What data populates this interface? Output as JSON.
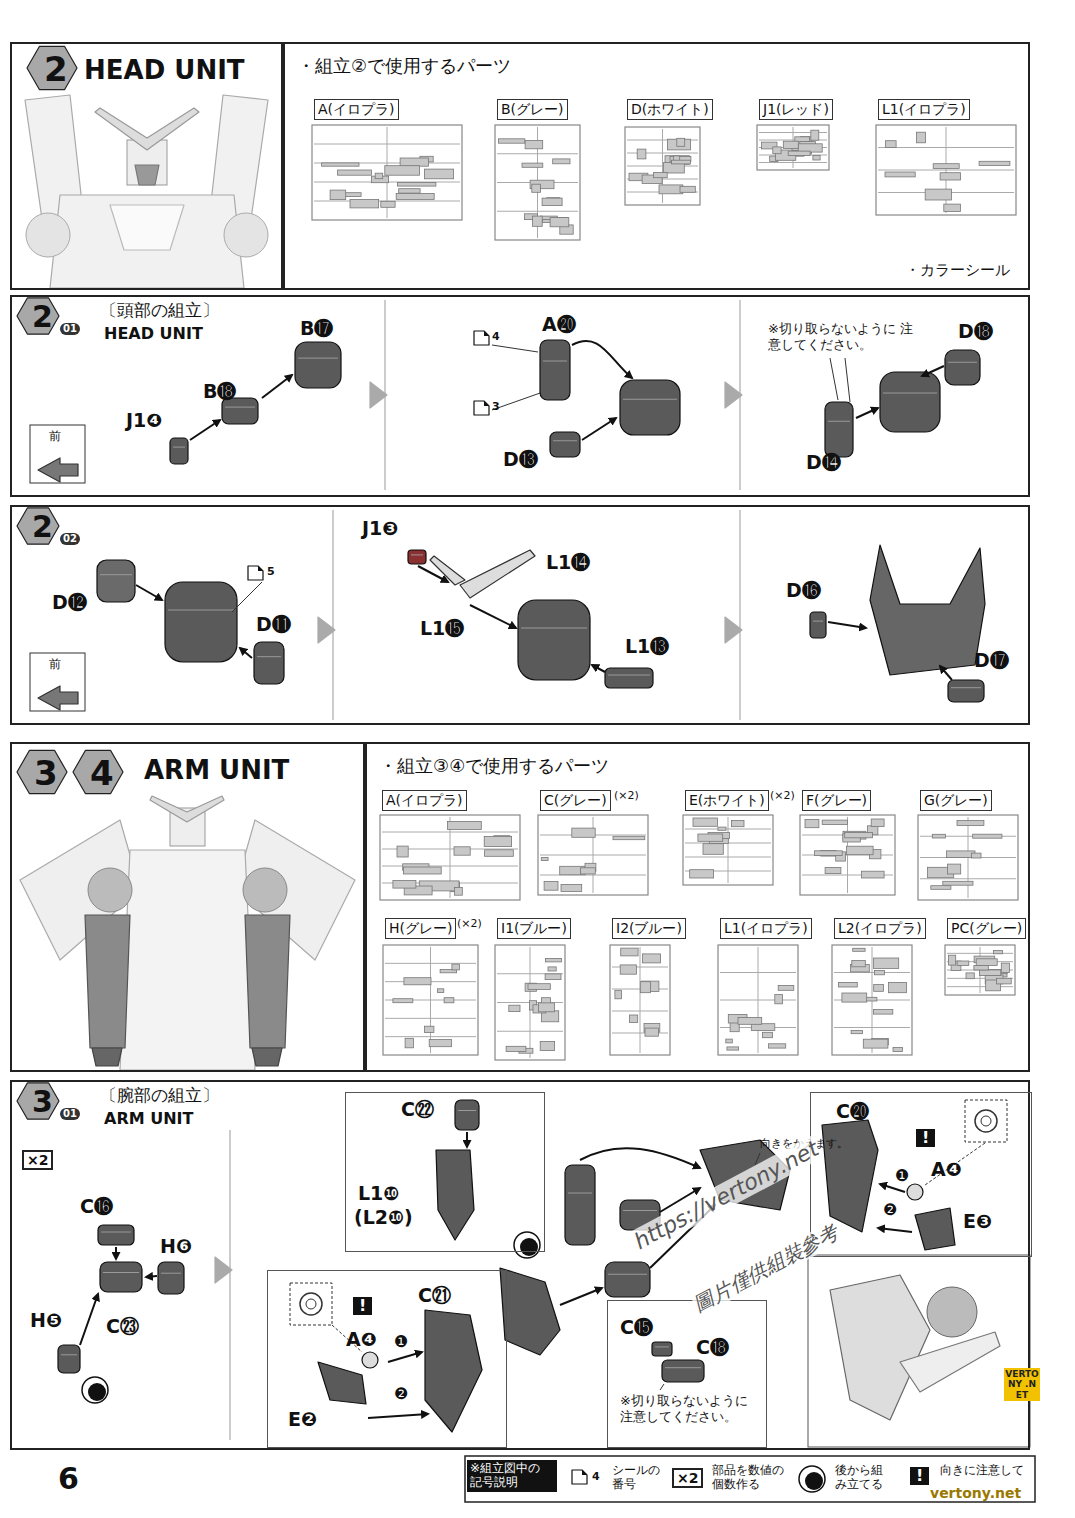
{
  "diagram": {
    "nodes": [
      {
        "text": [
          "2",
          "HEAD UNIT"
        ]
      },
      {
        "text": [
          "・組立②で使用するパーツ"
        ]
      },
      {
        "text": [
          "A(イロプラ)"
        ],
        "in": 1
      },
      {
        "text": [
          "B(グレー)"
        ],
        "in": 1
      },
      {
        "text": [
          "D(ホワイト)"
        ],
        "in": 1
      },
      {
        "text": [
          "J1(レッド)"
        ],
        "in": 1
      },
      {
        "text": [
          "L1(イロプラ)"
        ],
        "in": 1
      },
      {
        "text": [
          "2",
          "01",
          "〔頭部の組立〕",
          "HEAD UNIT"
        ]
      },
      {
        "text": [
          "2",
          "02"
        ]
      },
      {
        "text": [
          "3",
          "4",
          "ARM UNIT"
        ]
      },
      {
        "text": [
          "・組立③④で使用するパーツ"
        ]
      },
      {
        "text": [
          "A(イロプラ)"
        ],
        "in": 10
      },
      {
        "text": [
          "C(グレー)"
        ],
        "in": 10
      },
      {
        "text": [
          "E(ホワイト)"
        ],
        "in": 10
      },
      {
        "text": [
          "F(グレー)"
        ],
        "in": 10
      },
      {
        "text": [
          "G(グレー)"
        ],
        "in": 10
      },
      {
        "text": [
          "H(グレー)"
        ],
        "in": 10
      },
      {
        "text": [
          "I1(ブルー)"
        ],
        "in": 10
      },
      {
        "text": [
          "I2(ブルー)"
        ],
        "in": 10
      },
      {
        "text": [
          "L1(イロプラ)"
        ],
        "in": 10
      },
      {
        "text": [
          "L2(イロプラ)"
        ],
        "in": 10
      },
      {
        "text": [
          "PC(グレー)"
        ],
        "in": 10
      },
      {
        "text": [
          "3",
          "01",
          "〔腕部の組立〕",
          "ARM UNIT"
        ]
      },
      {
        "text": [
          "C㉒",
          "L1❿",
          "(L2❿)"
        ],
        "in": 22
      },
      {
        "text": [
          "!",
          "C㉑",
          "A❹",
          "❶",
          "❷",
          "E❷"
        ],
        "in": 22
      },
      {
        "text": [
          "C⓯",
          "C⓲",
          "※切り取らないように 注意してください。"
        ],
        "in": 22
      },
      {
        "text": [
          "C⓴",
          "!",
          "A❹",
          "❶",
          "❷",
          "E❸"
        ],
        "in": 22
      }
    ],
    "labels": [
      "・カラーシール",
      "B⓱",
      "B⓲",
      "J1❹",
      "前",
      "A⓴",
      "4",
      "3",
      "D⓭",
      "※切り取らないように 注意してください。",
      "D⓲",
      "D⓮",
      "D⓬",
      "5",
      "D⓫",
      "前",
      "J1❸",
      "L1⓮",
      "L1⓯",
      "L1⓭",
      "D⓰",
      "D⓱",
      "(×2)",
      "(×2)",
      "(×2)",
      "×2",
      "C⓰",
      "H❻",
      "H❺",
      "C㉓",
      "向きをかえます。",
      "https://vertony.net",
      "圖片僅供組裝參考",
      "VERTONY .NET",
      "6",
      "※組立図中の 記号説明",
      "4",
      "×2",
      "!",
      "vertony.net"
    ],
    "legend": [
      {
        "text": "シールの番号"
      },
      {
        "text": "部品を数値の個数作る"
      },
      {
        "text": "後から組み立てる"
      },
      {
        "text": "向きに注意して"
      }
    ]
  }
}
